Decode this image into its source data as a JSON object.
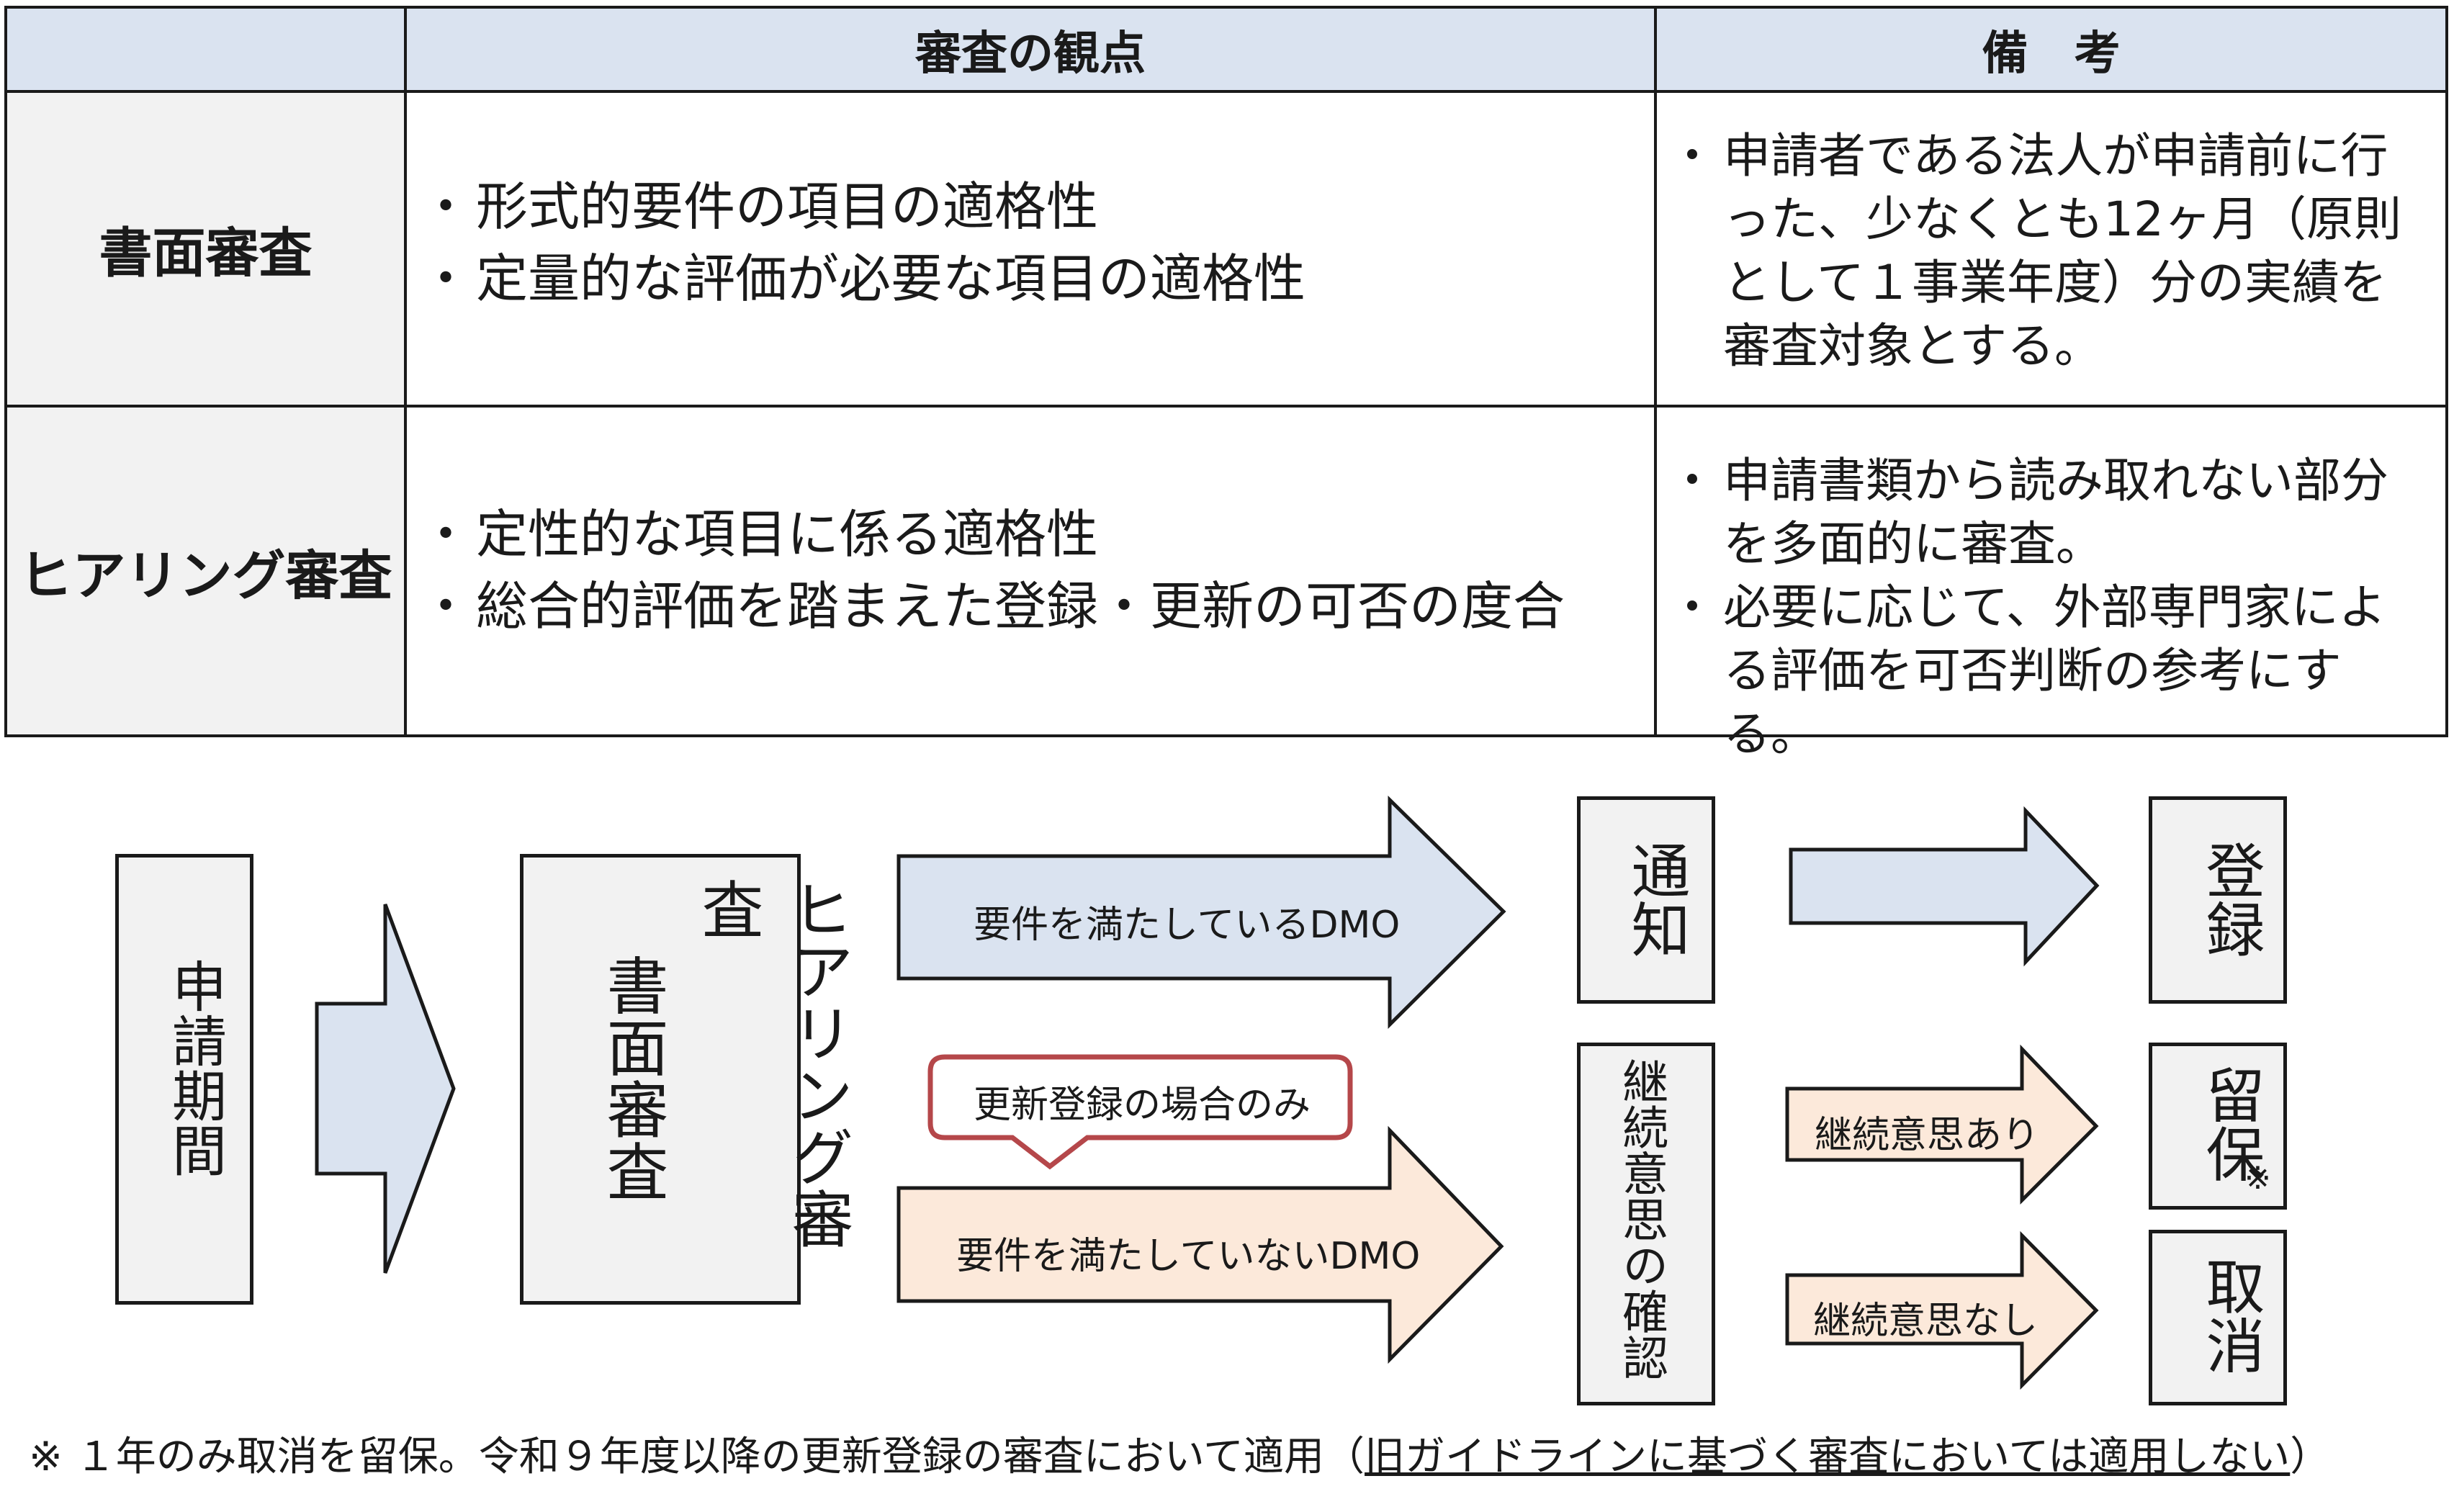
{
  "table": {
    "headers": {
      "viewpoint": "審査の観点",
      "remarks": "備　考"
    },
    "rows": [
      {
        "label": "書面審査",
        "bullet": "・",
        "viewpoints": [
          "形式的要件の項目の適格性",
          "定量的な評価が必要な項目の適格性"
        ],
        "remarks": [
          "申請者である法人が申請前に行った、少なくとも12ヶ月（原則として１事業年度）分の実績を審査対象とする。"
        ]
      },
      {
        "label": "ヒアリング審査",
        "bullet": "・",
        "viewpoints": [
          "定性的な項目に係る適格性",
          "総合的評価を踏まえた登録・更新の可否の度合"
        ],
        "remarks": [
          "申請書類から読み取れない部分を多面的に審査。",
          "必要に応じて、外部専門家による評価を可否判断の参考にする。"
        ]
      }
    ]
  },
  "flow": {
    "application": "申請期間",
    "review_left": "書面審査",
    "review_right": "ヒアリング審査",
    "meets": "要件を満たしているDMO",
    "callout": "更新登録の場合のみ",
    "not_meets": "要件を満たしていないDMO",
    "notify": "通知",
    "confirm": "継続意思の確認",
    "intent_yes": "継続意思あり",
    "intent_no": "継続意思なし",
    "register": "登録",
    "hold": "留保",
    "hold_mark": "※",
    "cancel": "取消"
  },
  "footnote": {
    "prefix": "※ １年のみ取消を留保。令和９年度以降の更新登録の審査において適用（",
    "underlined": "旧ガイドラインに基づく審査においては適用しない",
    "suffix": "）"
  },
  "colors": {
    "header_bg": "#dae3f0",
    "label_bg": "#f2f2f2",
    "blue_arrow": "#dae3f0",
    "peach_arrow": "#fce9da",
    "callout_border": "#b5474a"
  }
}
